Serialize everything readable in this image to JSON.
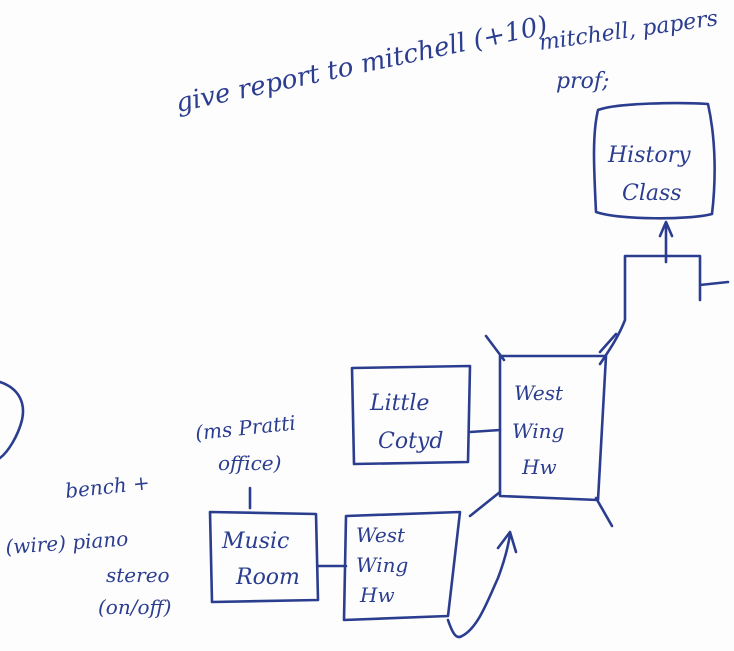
{
  "ink_color": "#2b3d8f",
  "paper_color": "#fdfdfd",
  "notes": {
    "give_report": "give report to mitchell (+10)",
    "mitchell_papers_1": "mitchell, papers",
    "mitchell_papers_2": "prof;",
    "ms_pratti_1": "(ms Pratti",
    "ms_pratti_2": "office)",
    "bench_1": "bench +",
    "bench_2": "(wire) piano",
    "bench_3": "stereo",
    "bench_4": "(on/off)"
  },
  "rooms": {
    "history_class": {
      "line1": "History",
      "line2": "Class"
    },
    "little_courtyard": {
      "line1": "Little",
      "line2": "Cotyd"
    },
    "west_wing_hall_upper": {
      "line1": "West",
      "line2": "Wing",
      "line3": "Hw"
    },
    "west_wing_hall_lower": {
      "line1": "West",
      "line2": "Wing",
      "line3": "Hw"
    },
    "music_room": {
      "line1": "Music",
      "line2": "Room"
    }
  }
}
